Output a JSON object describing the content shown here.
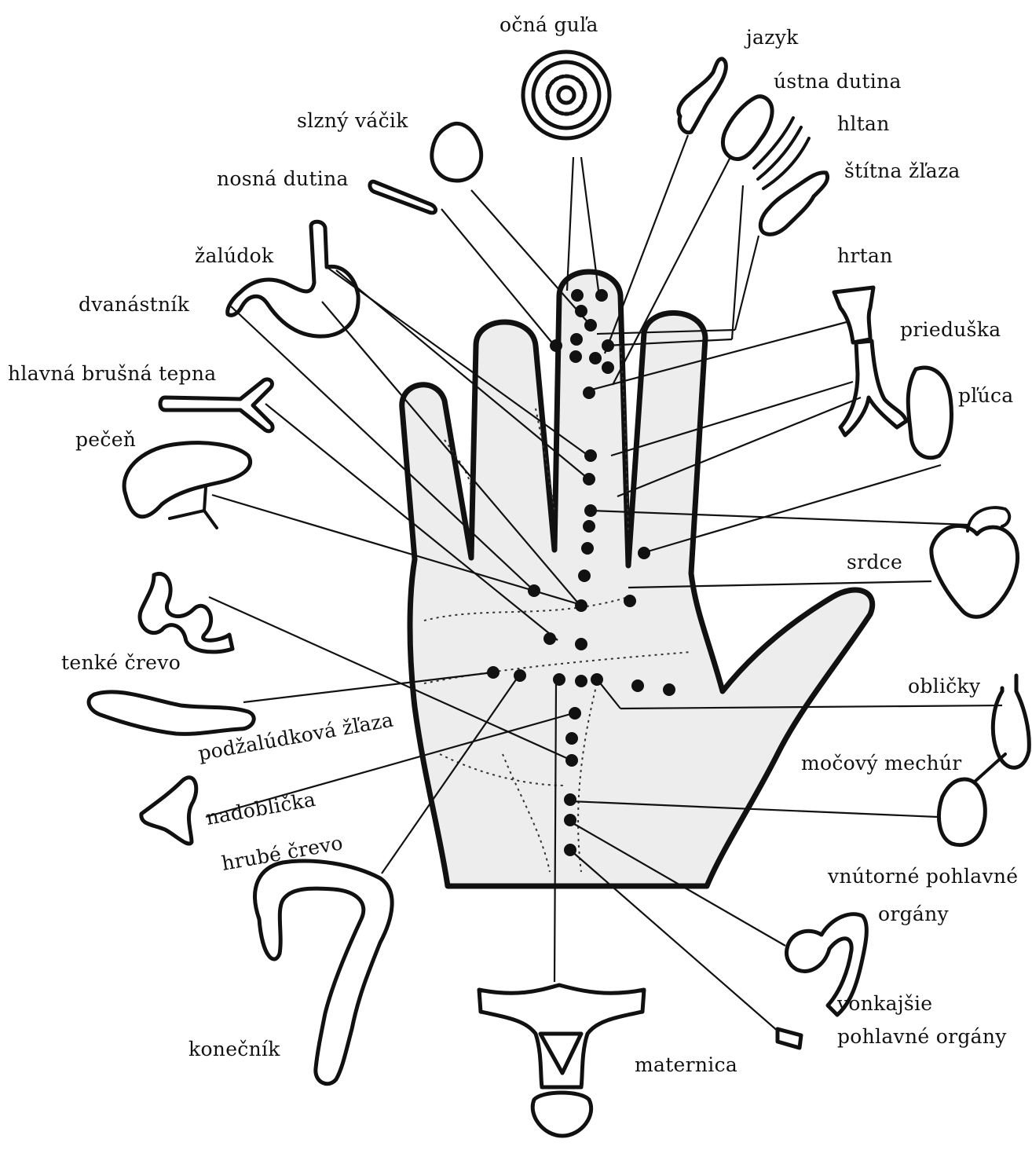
{
  "labels": {
    "ocna_gula": "očná guľa",
    "jazyk": "jazyk",
    "ustna_dutina": "ústna dutina",
    "hltan": "hltan",
    "stitna_zlaza": "štítna žľaza",
    "slzny_vacik": "slzný váčik",
    "nosna_dutina": "nosná dutina",
    "zaludok": "žalúdok",
    "dvanastnik": "dvanástník",
    "hlavna_brusna_tepna": "hlavná brušná tepna",
    "pecen": "pečeň",
    "hrtan": "hrtan",
    "prieduska": "prieduška",
    "pluca": "pľúca",
    "srdce": "srdce",
    "tenke_crevo": "tenké črevo",
    "podzaludkova_zlaza": "podžalúdková žľaza",
    "nadoblicka": "nadoblička",
    "hrube_crevo": "hrubé črevo",
    "konecnik": "konečník",
    "oblicky": "obličky",
    "mocovy_mechur": "močový mechúr",
    "vnutorne_pohlavne_1": "vnútorné pohlavné",
    "vnutorne_pohlavne_2": "orgány",
    "vonkajsie_1": "vonkajšie",
    "vonkajsie_2": "pohlavné orgány",
    "maternica": "maternica"
  },
  "colors": {
    "ink": "#111111",
    "hand_fill": "#ededed",
    "background": "#ffffff"
  }
}
